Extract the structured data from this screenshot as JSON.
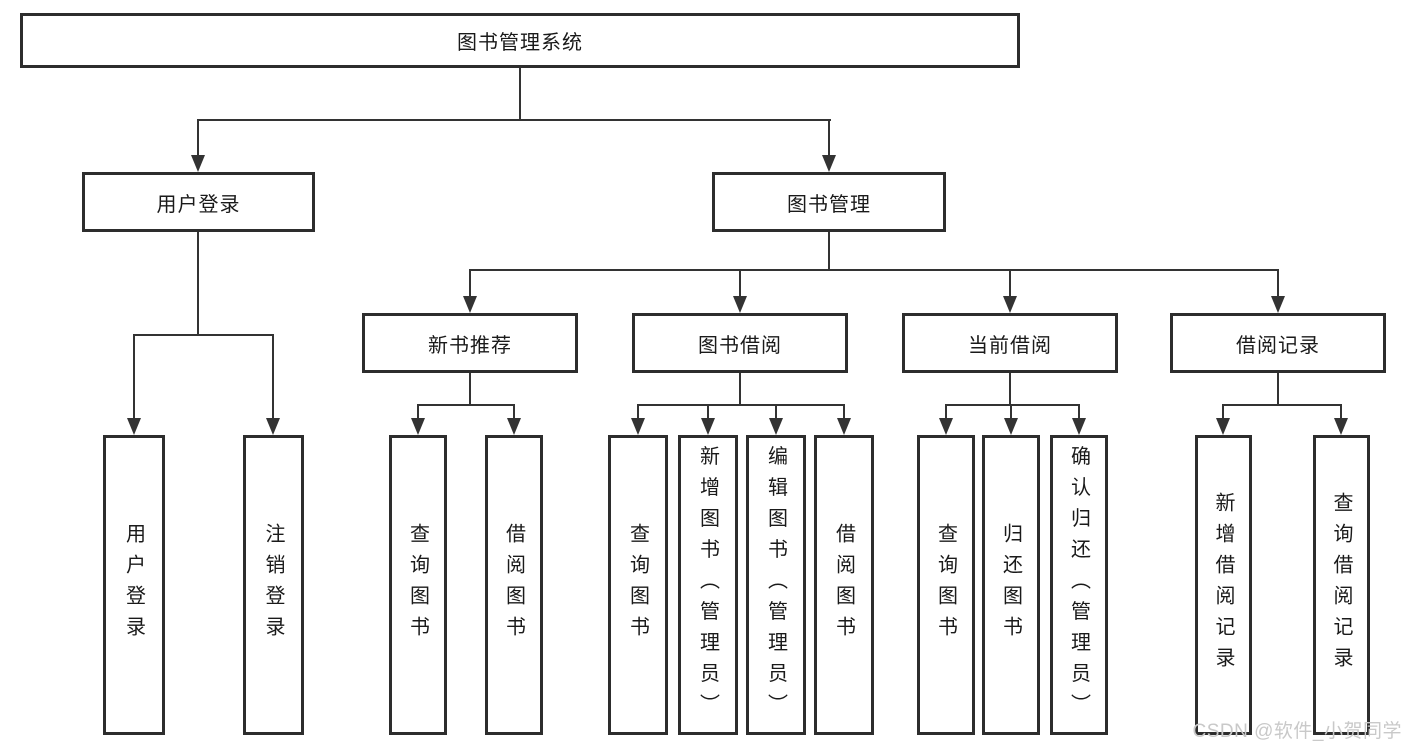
{
  "colors": {
    "line": "#333333",
    "border": "#2d2d2d",
    "background": "#ffffff",
    "text": "#1a1a1a",
    "watermark": "#c9c9c9"
  },
  "watermark": "CSDN @软件_小贺同学",
  "tree": {
    "label": "图书管理系统",
    "children": [
      {
        "label": "用户登录",
        "children": [
          {
            "label": "用户登录"
          },
          {
            "label": "注销登录"
          }
        ]
      },
      {
        "label": "图书管理",
        "children": [
          {
            "label": "新书推荐",
            "children": [
              {
                "label": "查询图书"
              },
              {
                "label": "借阅图书"
              }
            ]
          },
          {
            "label": "图书借阅",
            "children": [
              {
                "label": "查询图书"
              },
              {
                "label": "新增图书（管理员）"
              },
              {
                "label": "编辑图书（管理员）"
              },
              {
                "label": "借阅图书"
              }
            ]
          },
          {
            "label": "当前借阅",
            "children": [
              {
                "label": "查询图书"
              },
              {
                "label": "归还图书"
              },
              {
                "label": "确认归还（管理员）"
              }
            ]
          },
          {
            "label": "借阅记录",
            "children": [
              {
                "label": "新增借阅记录"
              },
              {
                "label": "查询借阅记录"
              }
            ]
          }
        ]
      }
    ]
  }
}
